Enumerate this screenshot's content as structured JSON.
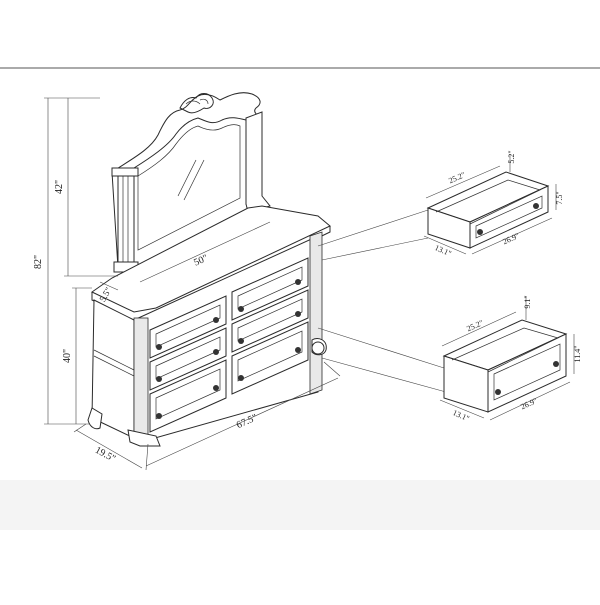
{
  "dimensions": {
    "overall_height": "82\"",
    "mirror_height": "42\"",
    "dresser_height": "40\"",
    "mirror_width": "50\"",
    "mirror_depth": "5.5\"",
    "dresser_width": "67.5\"",
    "dresser_depth": "19.5\""
  },
  "drawer_small": {
    "width": "25.2\"",
    "height_inner": "5.2\"",
    "height": "7.5\"",
    "depth": "13.1\"",
    "front_width": "26.9\""
  },
  "drawer_large": {
    "width": "25.2\"",
    "height_inner": "9.1\"",
    "height": "11.4\"",
    "depth": "13.1\"",
    "front_width": "26.9\""
  },
  "colors": {
    "line": "#2b2b2b",
    "background": "#ffffff",
    "footer_band": "#f4f4f4"
  }
}
